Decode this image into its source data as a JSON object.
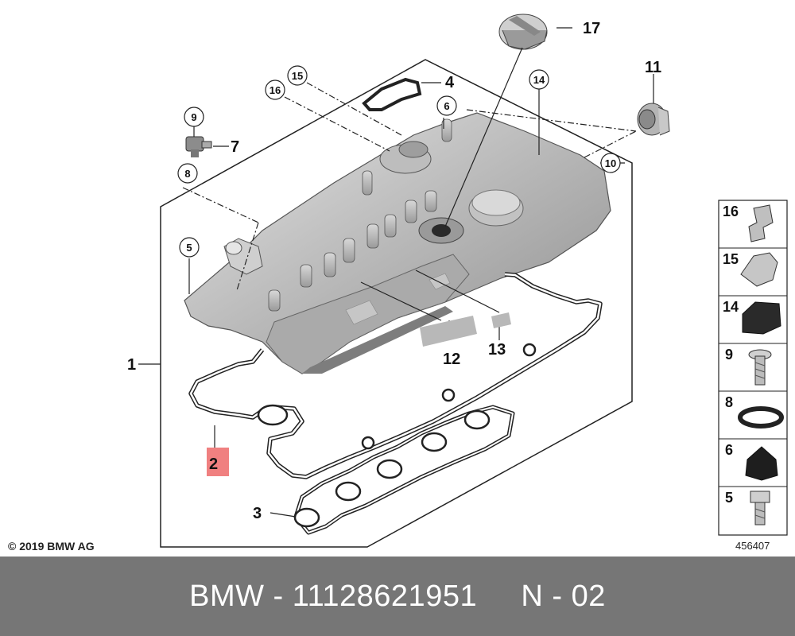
{
  "diagram": {
    "callouts": {
      "c1": "1",
      "c2": "2",
      "c3": "3",
      "c4": "4",
      "c5": "5",
      "c6": "6",
      "c7": "7",
      "c8": "8",
      "c9": "9",
      "c10": "10",
      "c11": "11",
      "c12": "12",
      "c13": "13",
      "c14": "14",
      "c15": "15",
      "c16": "16",
      "c17": "17"
    },
    "legend": [
      "16",
      "15",
      "14",
      "9",
      "8",
      "6",
      "5"
    ],
    "highlight_color": "#f08080",
    "copyright": "© 2019 BMW AG",
    "diagram_number": "456407"
  },
  "banner": {
    "brand": "BMW",
    "separator": " - ",
    "part_number": "11128621951",
    "gap": "     ",
    "position": "N - 02",
    "background": "#767676"
  }
}
